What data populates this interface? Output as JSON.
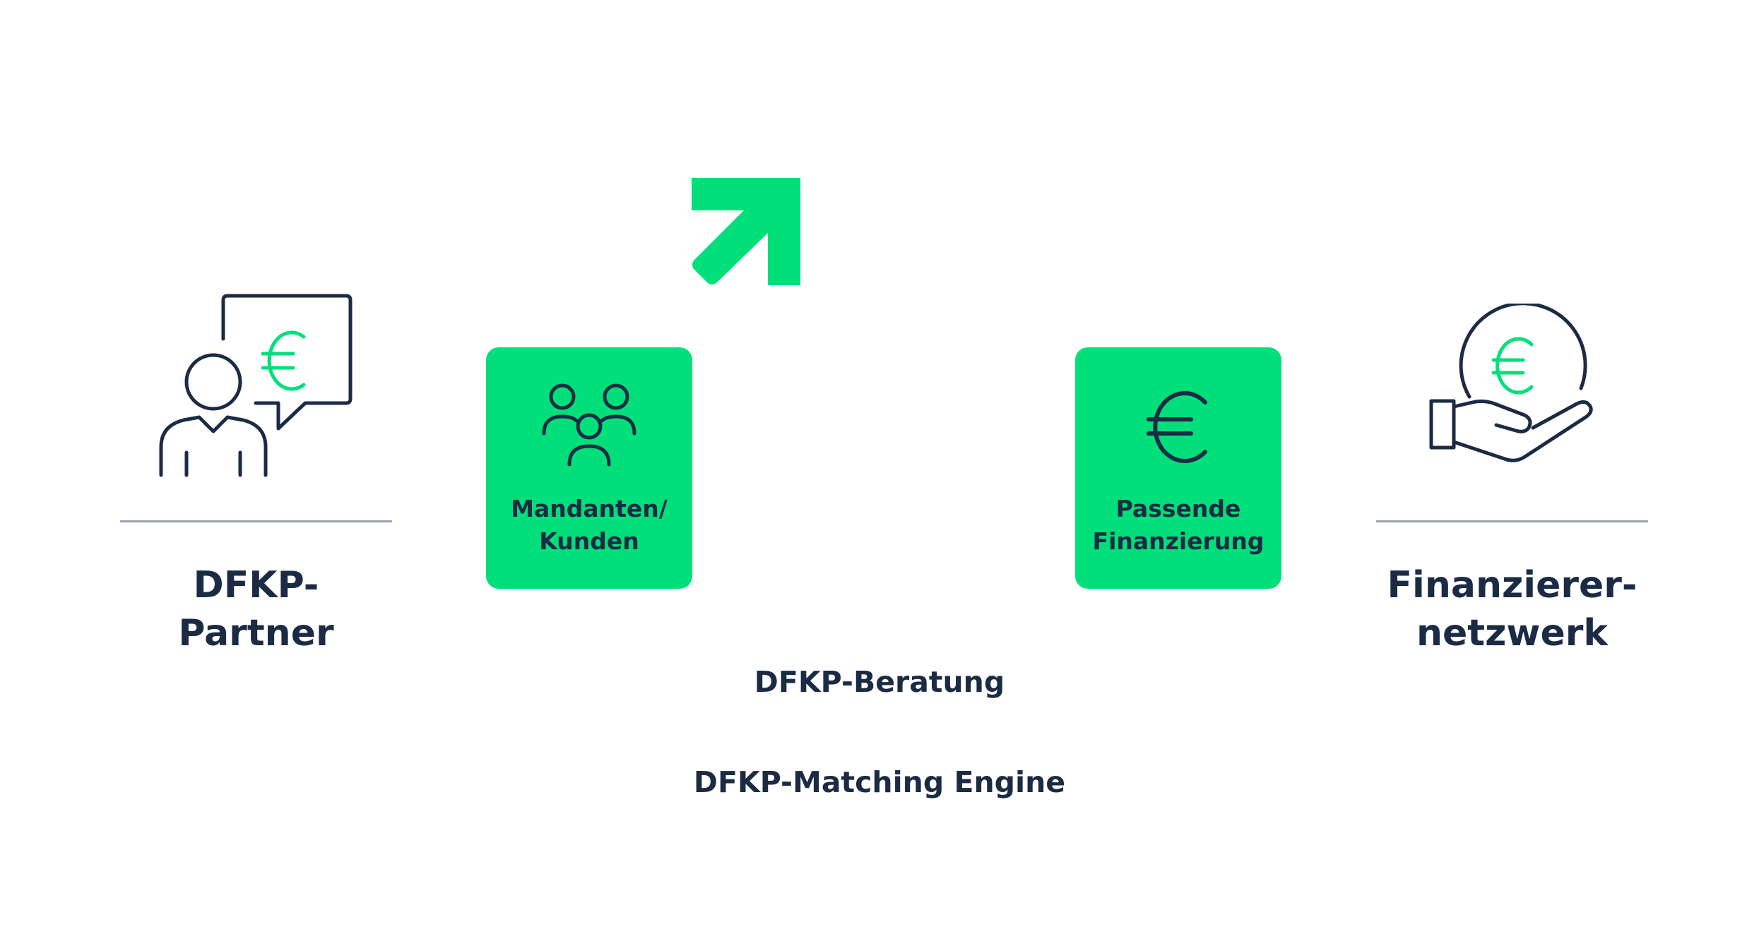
{
  "colors": {
    "accent": "#00df7a",
    "navy": "#1c2b44",
    "divider": "#9aa2ad",
    "background": "#ffffff"
  },
  "left": {
    "icon": "person-with-euro-speech-bubble-icon",
    "title_line1": "DFKP-",
    "title_line2": "Partner"
  },
  "right": {
    "icon": "hand-holding-euro-coin-icon",
    "title_line1": "Finanzierer-",
    "title_line2": "netzwerk"
  },
  "box_clients": {
    "icon": "group-of-people-icon",
    "label_line1": "Mandanten/",
    "label_line2": "Kunden"
  },
  "box_financing": {
    "icon": "euro-icon",
    "label_line1": "Passende",
    "label_line2": "Finanzierung"
  },
  "arrow_icon": "arrow-up-right-icon",
  "center": {
    "advisory": "DFKP-Beratung",
    "engine": "DFKP-Matching Engine"
  }
}
